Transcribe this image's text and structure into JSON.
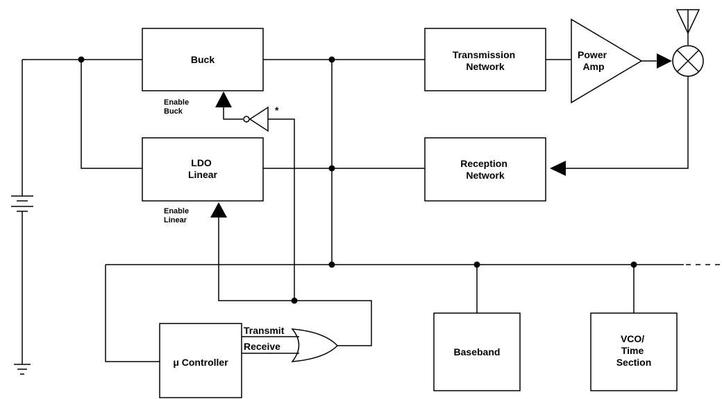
{
  "blocks": {
    "buck": [
      "Buck"
    ],
    "ldo": [
      "LDO",
      "Linear"
    ],
    "tx": [
      "Transmission",
      "Network"
    ],
    "rx": [
      "Reception",
      "Network"
    ],
    "pa": [
      "Power",
      "Amp"
    ],
    "baseband": [
      "Baseband"
    ],
    "vco": [
      "VCO/",
      "Time",
      "Section"
    ],
    "uc": [
      "μ Controller"
    ]
  },
  "labels": {
    "enable_buck": [
      "Enable",
      "Buck"
    ],
    "enable_linear": [
      "Enable",
      "Linear"
    ],
    "asterisk": "*",
    "transmit": "Transmit",
    "receive": "Receive"
  }
}
